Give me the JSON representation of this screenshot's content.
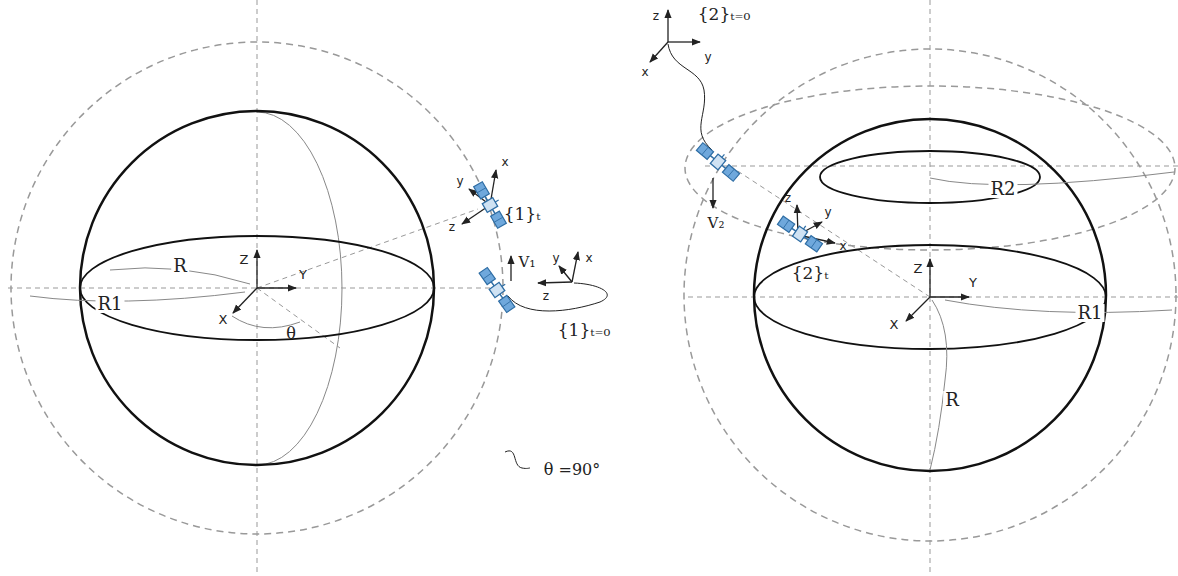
{
  "diagram": {
    "labels": [
      "Z",
      "Y",
      "X",
      "R",
      "R1",
      "θ",
      "{1}ₜ",
      "x",
      "y",
      "z",
      "V₁",
      "y",
      "x",
      "z",
      "{1}ₜ₌₀",
      "θ =90°",
      "z",
      "y",
      "x",
      "{2}ₜ₌₀",
      "V₂",
      "R2",
      "z",
      "y",
      "x",
      "{2}ₜ",
      "Z",
      "Y",
      "X",
      "R1",
      "R"
    ]
  }
}
